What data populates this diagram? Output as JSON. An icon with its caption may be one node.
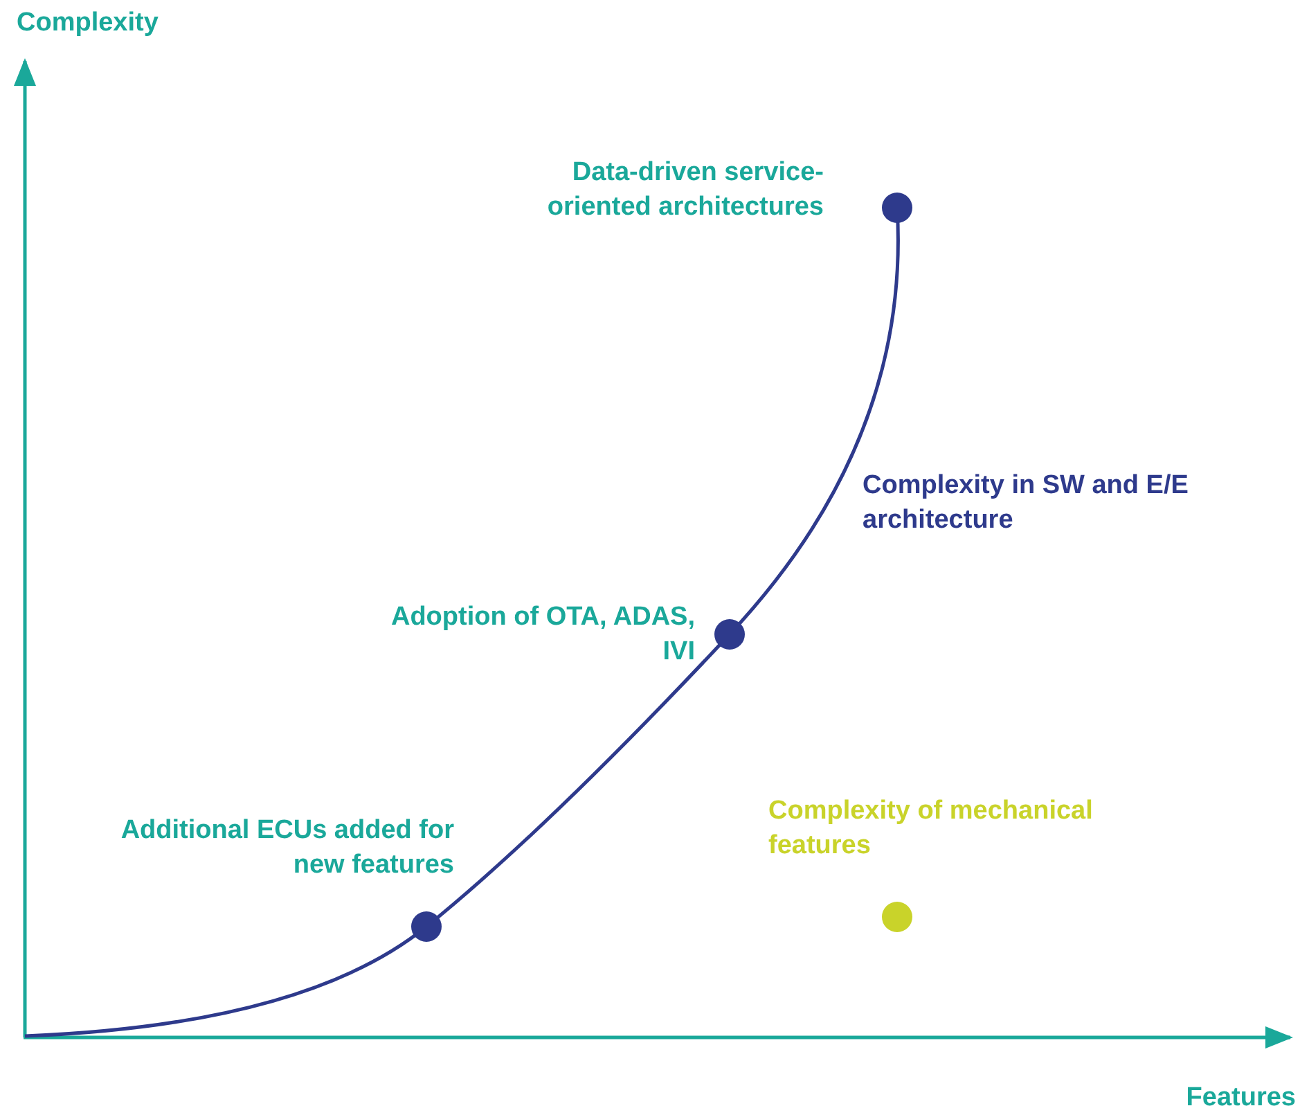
{
  "diagram": {
    "labels": [
      "Complexity",
      "Data-driven service-oriented architectures",
      "Complexity in SW and E/E architecture",
      "Adoption of OTA, ADAS, IVI",
      "Complexity of mechanical features",
      "Additional ECUs added for new features",
      "Features"
    ]
  }
}
